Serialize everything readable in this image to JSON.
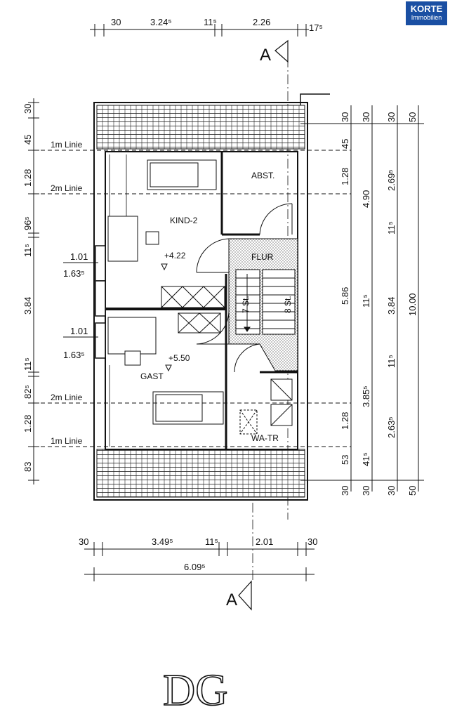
{
  "logo": {
    "brand": "KORTE",
    "sub": "Immobilien"
  },
  "floor_label": "DG",
  "section_marker": "A",
  "rooms": {
    "kind": "KIND-2",
    "abst": "ABST.",
    "flur": "FLUR",
    "gast": "GAST",
    "wc": "WA-TR"
  },
  "levels": {
    "kind": "+4.22",
    "gast": "+5.50"
  },
  "lines": {
    "one_m": "1m Linie",
    "two_m": "2m Linie"
  },
  "stairs": {
    "left": "7 St.",
    "right": "8 St."
  },
  "dims_top": [
    "30",
    "3.24⁵",
    "11⁵",
    "2.26",
    "17⁵"
  ],
  "dims_bottom": [
    "30",
    "3.49⁵",
    "11⁵",
    "2.01",
    "30"
  ],
  "dim_bottom_total": "6.09⁵",
  "dims_left": [
    "30",
    "45",
    "1.28",
    "96⁵",
    "11⁵",
    "3.84",
    "11⁵",
    "82⁵",
    "1.28",
    "83"
  ],
  "dims_left_inner": [
    "1.01",
    "1.63⁵",
    "1.01",
    "1.63⁵"
  ],
  "dims_right_col1": [
    "30",
    "45",
    "1.28",
    "5.86",
    "1.28",
    "53",
    "30"
  ],
  "dims_right_col2": [
    "30",
    "4.90",
    "11⁵",
    "3.84",
    "11⁵",
    "3.85⁵",
    "41⁵",
    "30"
  ],
  "dims_right_col3": [
    "30",
    "2.69⁵",
    "11⁵",
    "2.63⁵",
    "30"
  ],
  "dims_right_col4": [
    "50",
    "10.00",
    "50"
  ]
}
